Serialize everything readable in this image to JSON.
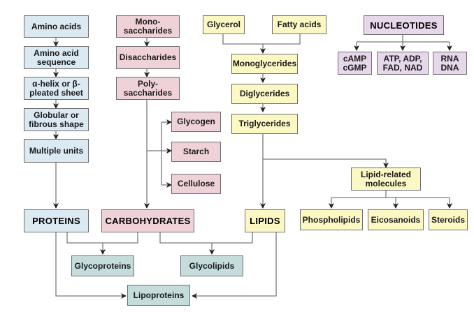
{
  "title": "Biomolecules flow diagram",
  "colors": {
    "proteins": "#dbe9f3",
    "carbohydrates": "#efd2d8",
    "lipids": "#fbf8c4",
    "nucleotides": "#e6d7ea",
    "combined": "#c5dcdc",
    "border": "#6e6e6e",
    "connector": "#7a7a7a"
  },
  "proteins": {
    "steps": [
      "Amino acids",
      "Amino acid sequence",
      "α-helix or β-pleated sheet",
      "Globular or fibrous shape",
      "Multiple units"
    ],
    "label": "PROTEINS"
  },
  "carbohydrates": {
    "steps": [
      "Mono-saccharides",
      "Disaccharides",
      "Poly-saccharides"
    ],
    "poly_types": [
      "Glycogen",
      "Starch",
      "Cellulose"
    ],
    "label": "CARBOHYDRATES"
  },
  "lipids": {
    "sources": [
      "Glycerol",
      "Fatty acids"
    ],
    "steps": [
      "Monoglycerides",
      "Diglycerides",
      "Triglycerides"
    ],
    "related": "Lipid-related molecules",
    "related_types": [
      "Phospholipids",
      "Eicosanoids",
      "Steroids"
    ],
    "label": "LIPIDS"
  },
  "nucleotides": {
    "label": "NUCLEOTIDES",
    "types": [
      "cAMP cGMP",
      "ATP, ADP, FAD, NAD",
      "RNA DNA"
    ]
  },
  "combined": {
    "glycoproteins": "Glycoproteins",
    "glycolipids": "Glycolipids",
    "lipoproteins": "Lipoproteins"
  }
}
